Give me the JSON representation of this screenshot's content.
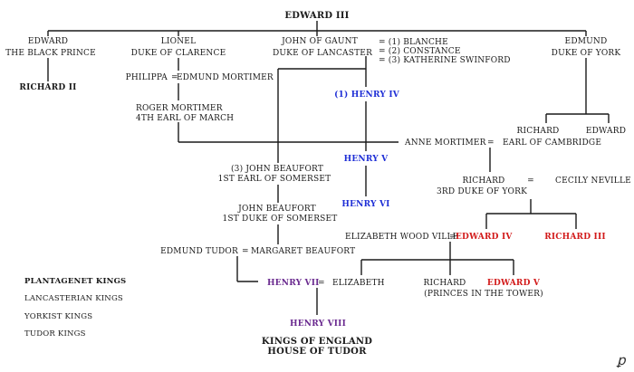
{
  "title": "EDWARD III",
  "caption": [
    "KINGS OF ENGLAND",
    "HOUSE OF TUDOR"
  ],
  "persons": {
    "edward_black_prince": [
      "EDWARD",
      "THE BLACK PRINCE"
    ],
    "richard_ii": "RICHARD II",
    "lionel": [
      "LIONEL",
      "DUKE OF CLARENCE"
    ],
    "philippa": "PHILIPPA",
    "edmund_mortimer": "EDMUND MORTIMER",
    "roger_mortimer": [
      "ROGER MORTIMER",
      "4TH EARL OF MARCH"
    ],
    "john_of_gaunt": [
      "JOHN OF GAUNT",
      "DUKE OF LANCASTER"
    ],
    "gaunt_wives": [
      "= (1) BLANCHE",
      "= (2) CONSTANCE",
      "= (3) KATHERINE SWINFORD"
    ],
    "henry_iv": "(1) HENRY IV",
    "henry_v": "HENRY V",
    "henry_vi": "HENRY VI",
    "john_beaufort_somerset_earl": [
      "(3) JOHN BEAUFORT",
      "1ST EARL OF SOMERSET"
    ],
    "john_beaufort_somerset_duke": [
      "JOHN BEAUFORT",
      "1ST DUKE OF SOMERSET"
    ],
    "edmund_tudor": "EDMUND TUDOR",
    "margaret_beaufort": "MARGARET BEAUFORT",
    "henry_vii": "HENRY VII",
    "elizabeth": "ELIZABETH",
    "henry_viii": "HENRY VIII",
    "edmund_york": [
      "EDMUND",
      "DUKE OF YORK"
    ],
    "richard_cambridge": "RICHARD",
    "edward_york": "EDWARD",
    "anne_mortimer": "ANNE  MORTIMER",
    "earl_of_cambridge": "EARL OF CAMBRIDGE",
    "richard_3rd_duke": [
      "RICHARD",
      "3RD DUKE OF YORK"
    ],
    "cecily_neville": "CECILY NEVILLE",
    "elizabeth_woodville": "ELIZABETH WOOD VILLE",
    "edward_iv": "EDWARD IV",
    "richard_iii": "RICHARD III",
    "richard_prince": "RICHARD",
    "edward_v": "EDWARD V",
    "princes_in_tower": "(PRINCES IN THE TOWER)"
  },
  "marriage_sign": "=",
  "legend": [
    {
      "label": "PLANTAGENET KINGS",
      "color": "#1a1a1a"
    },
    {
      "label": "LANCASTERIAN KINGS",
      "color": "#1f2fd6"
    },
    {
      "label": "YORKIST KINGS",
      "color": "#d21a1a"
    },
    {
      "label": "TUDOR KINGS",
      "color": "#6a2a8f"
    }
  ],
  "logo": "ꝑ"
}
